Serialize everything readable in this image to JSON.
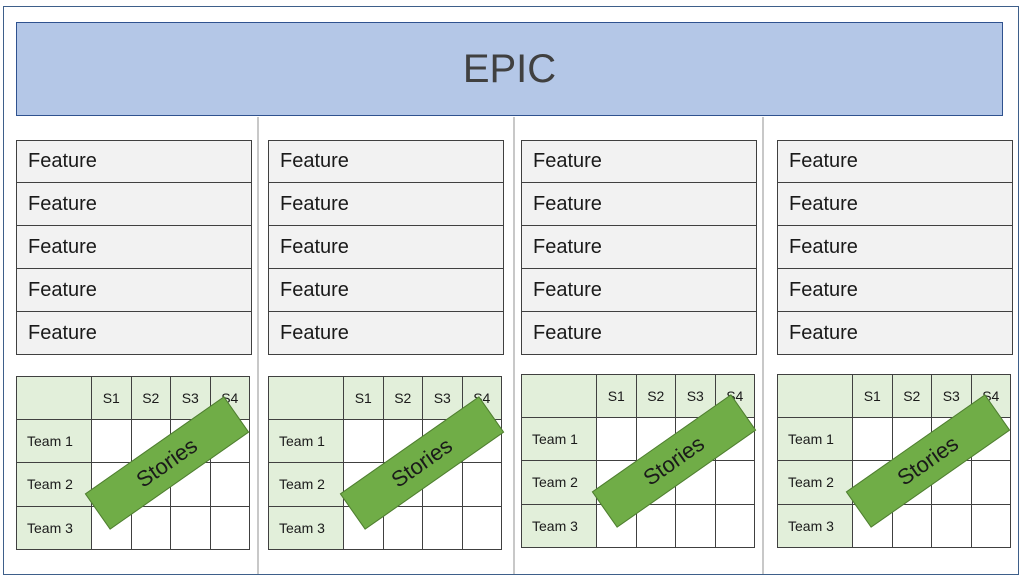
{
  "epic": {
    "label": "EPIC"
  },
  "columns": [
    {
      "features": [
        "Feature",
        "Feature",
        "Feature",
        "Feature",
        "Feature"
      ],
      "sprints": [
        "S1",
        "S2",
        "S3",
        "S4"
      ],
      "teams": [
        "Team 1",
        "Team 2",
        "Team 3"
      ],
      "stories_label": "Stories"
    },
    {
      "features": [
        "Feature",
        "Feature",
        "Feature",
        "Feature",
        "Feature"
      ],
      "sprints": [
        "S1",
        "S2",
        "S3",
        "S4"
      ],
      "teams": [
        "Team 1",
        "Team 2",
        "Team 3"
      ],
      "stories_label": "Stories"
    },
    {
      "features": [
        "Feature",
        "Feature",
        "Feature",
        "Feature",
        "Feature"
      ],
      "sprints": [
        "S1",
        "S2",
        "S3",
        "S4"
      ],
      "teams": [
        "Team 1",
        "Team 2",
        "Team 3"
      ],
      "stories_label": "Stories"
    },
    {
      "features": [
        "Feature",
        "Feature",
        "Feature",
        "Feature",
        "Feature"
      ],
      "sprints": [
        "S1",
        "S2",
        "S3",
        "S4"
      ],
      "teams": [
        "Team 1",
        "Team 2",
        "Team 3"
      ],
      "stories_label": "Stories"
    }
  ],
  "colors": {
    "epic_fill": "#b4c7e7",
    "feature_fill": "#f2f2f2",
    "grid_header_fill": "#e2efda",
    "stories_fill": "#70ad47"
  }
}
